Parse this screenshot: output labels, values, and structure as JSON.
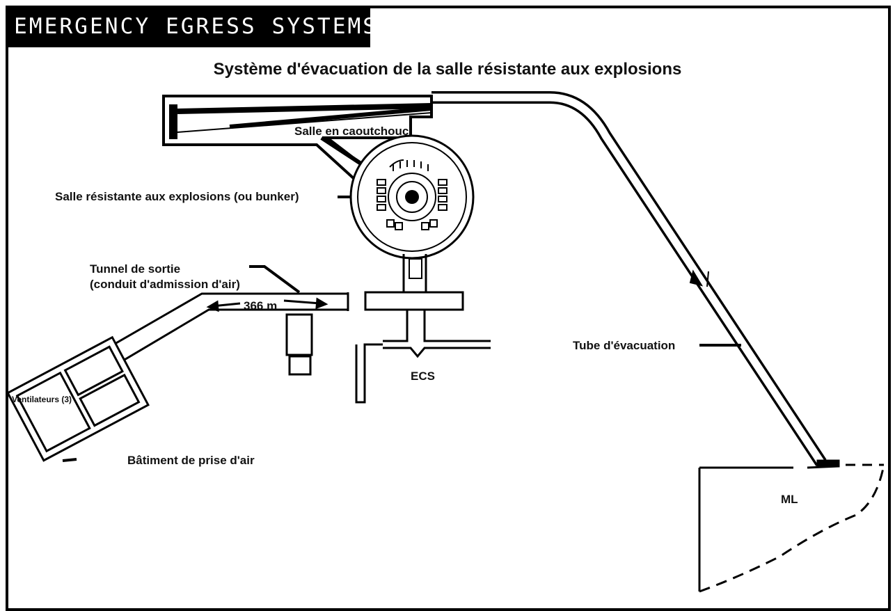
{
  "header": {
    "banner": "EMERGENCY EGRESS SYSTEMS"
  },
  "diagram": {
    "title": "Système d'évacuation de la salle résistante aux explosions",
    "labels": {
      "rubber_room": "Salle en caoutchouc",
      "blast_room": "Salle résistante aux explosions (ou bunker)",
      "tunnel_line1": "Tunnel de sortie",
      "tunnel_line2": "(conduit d'admission d'air)",
      "distance": "366 m",
      "ecs": "ECS",
      "escape_tube": "Tube d'évacuation",
      "fans": "Ventilateurs (3)",
      "intake_building": "Bâtiment de prise d'air",
      "ml": "ML"
    }
  }
}
